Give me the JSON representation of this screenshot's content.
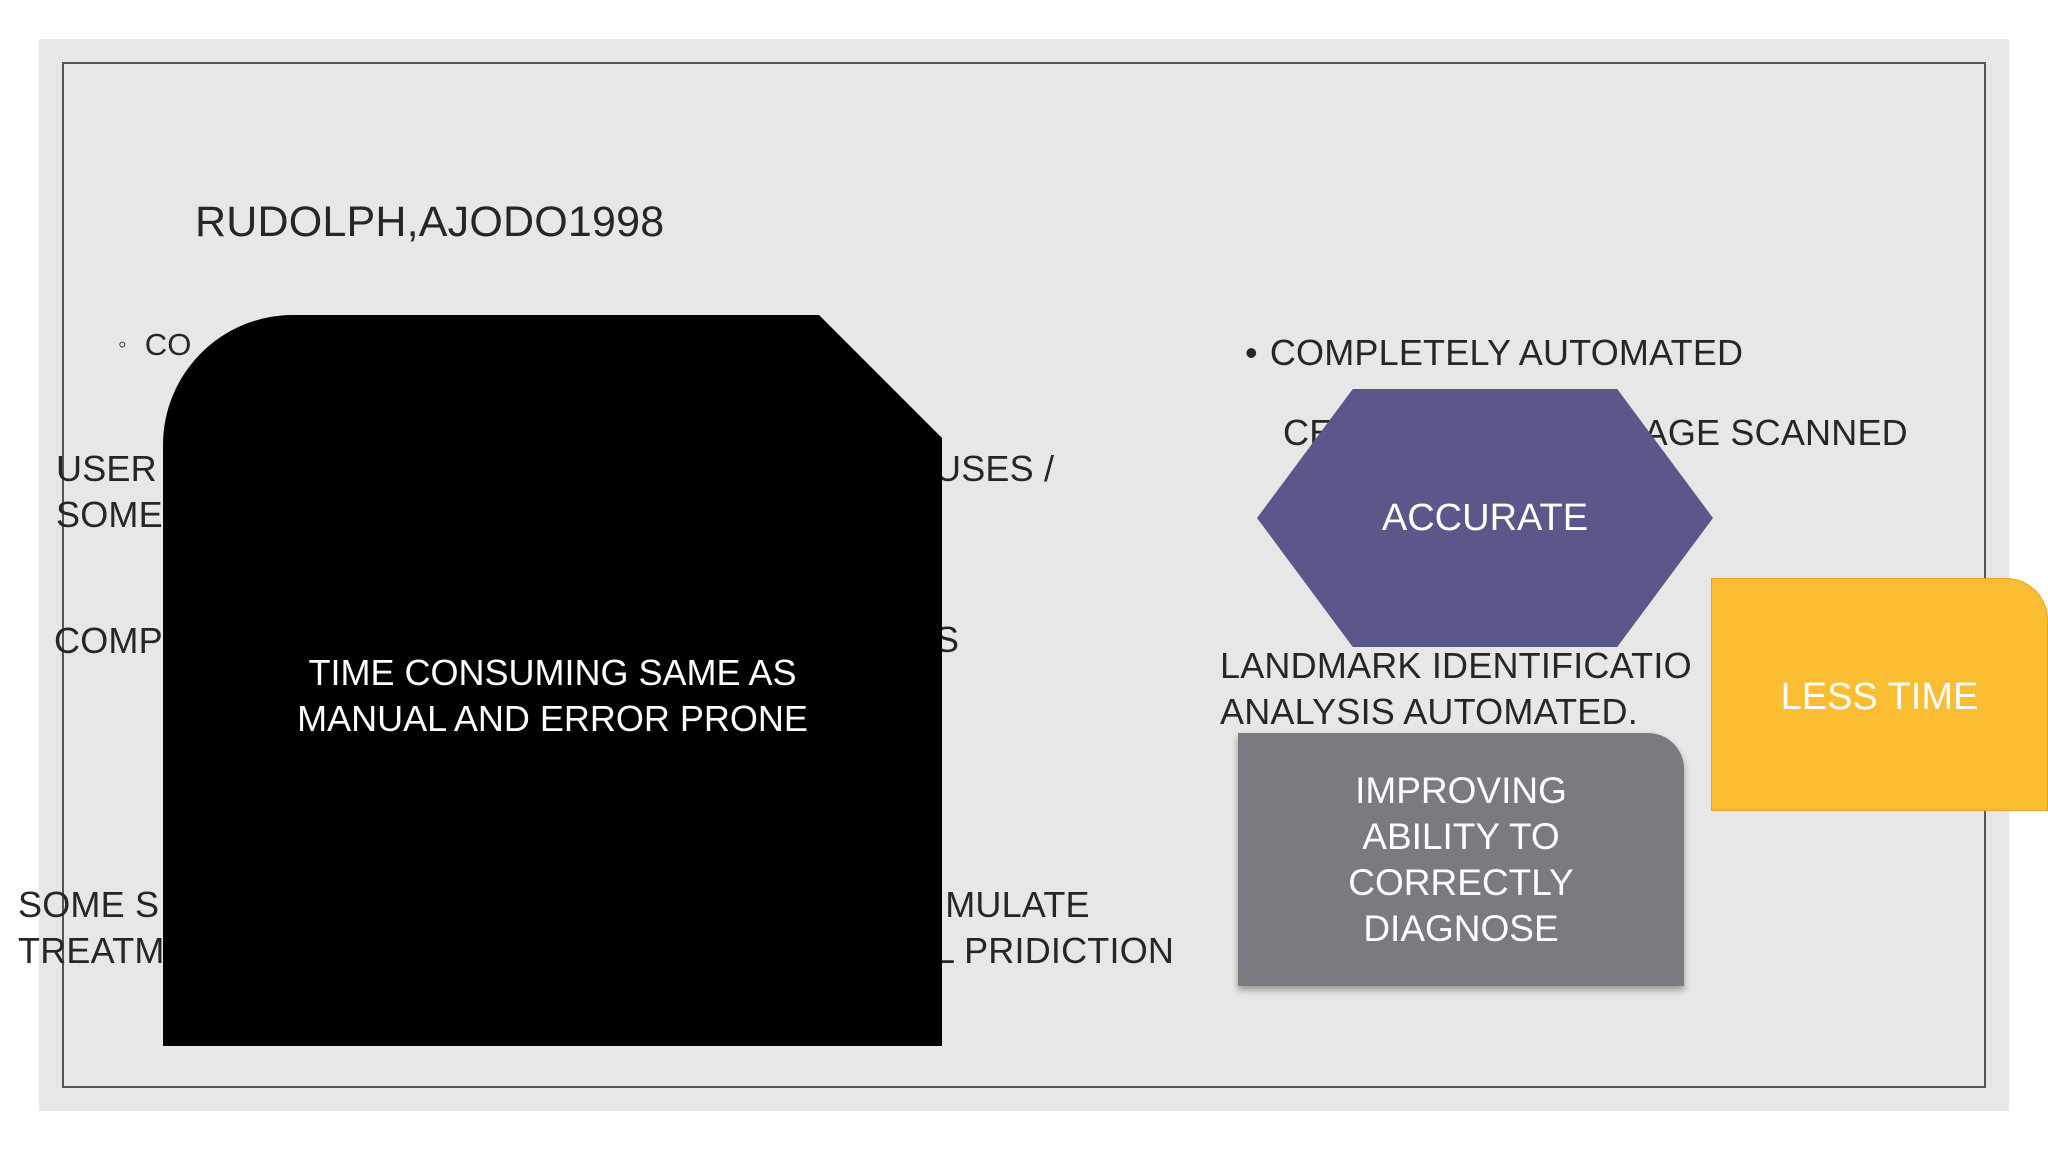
{
  "slide": {
    "title": "RUDOLPH,AJODO1998",
    "left_bullet": {
      "marker": "◦",
      "text_visible": "CO"
    },
    "left_fragments": {
      "line1a": "USER",
      "line1b": "SOME",
      "line2": "COMP",
      "line3a": "SOME S",
      "line3b": "TREATM"
    },
    "mid_fragments": {
      "line1": "USES /",
      "line2": "S",
      "line3a": "IMULATE",
      "line3b": "L PRIDICTION"
    },
    "right_column": {
      "bullet_marker": "•",
      "heading": "COMPLETELY AUTOMATED",
      "line2_left": "CE",
      "line2_right": "MAGE SCANNED",
      "line3a": "LANDMARK IDENTIFICATIO",
      "line3b": "ANALYSIS AUTOMATED."
    },
    "shapes": {
      "black_box_label": "TIME CONSUMING SAME AS\nMANUAL AND ERROR PRONE",
      "hexagon_label": "ACCURATE",
      "yellow_box_label": "LESS TIME",
      "gray_box_label": "IMPROVING\nABILITY TO\nCORRECTLY\nDIAGNOSE"
    },
    "colors": {
      "background": "#e7e7e7",
      "black_box": "#000000",
      "hexagon": "#5a578a",
      "yellow_box": "#fbbd32",
      "gray_box": "#7b7a80"
    }
  }
}
